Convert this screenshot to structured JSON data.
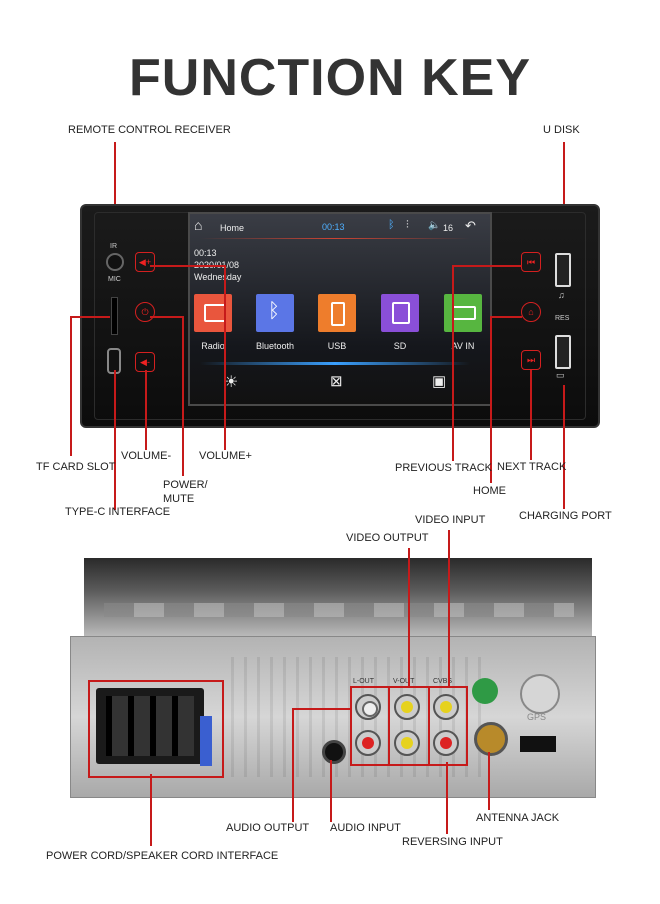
{
  "title": "FUNCTION KEY",
  "labels": {
    "remote": "REMOTE CONTROL RECEIVER",
    "udisk": "U DISK",
    "tf": "TF CARD SLOT",
    "volminus": "VOLUME-",
    "volplus": "VOLUME+",
    "power": "POWER/\nMUTE",
    "typec": "TYPE-C INTERFACE",
    "prev": "PREVIOUS TRACK",
    "next": "NEXT TRACK",
    "home": "HOME",
    "charging": "CHARGING PORT",
    "video_in": "VIDEO INPUT",
    "video_out": "VIDEO OUTPUT",
    "audio_out": "AUDIO OUTPUT",
    "audio_in": "AUDIO INPUT",
    "antenna": "ANTENNA JACK",
    "reversing": "REVERSING INPUT",
    "power_cord": "POWER CORD/SPEAKER CORD INTERFACE"
  },
  "panel": {
    "ir": "IR",
    "mic": "MIC",
    "res": "RES"
  },
  "screen": {
    "home": "Home",
    "clock": "00:13",
    "volume": "16",
    "time": "00:13",
    "date": "2020/01/08",
    "day": "Wednesday",
    "apps": [
      {
        "label": "Radio",
        "color": "#e9563d",
        "icon": "radio-icon"
      },
      {
        "label": "Bluetooth",
        "color": "#5b76e6",
        "icon": "bluetooth-icon"
      },
      {
        "label": "USB",
        "color": "#ee7d2c",
        "icon": "usb-icon"
      },
      {
        "label": "SD",
        "color": "#8a4fd8",
        "icon": "sd-icon"
      },
      {
        "label": "AV IN",
        "color": "#57b640",
        "icon": "av-icon"
      }
    ]
  },
  "back": {
    "lout": "L-OUT",
    "vout": "V-OUT",
    "cvbs": "CVBS",
    "gps": "GPS"
  }
}
